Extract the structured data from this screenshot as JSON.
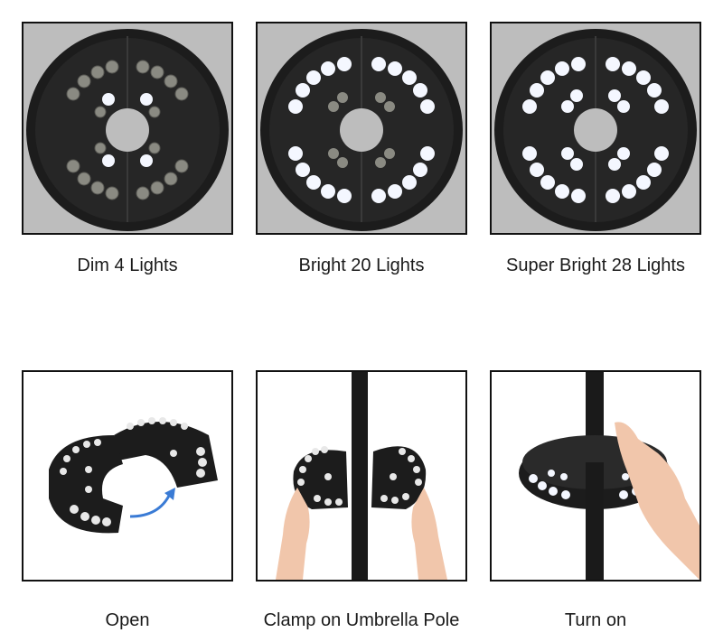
{
  "top_row": {
    "captions": [
      "Dim 4 Lights",
      "Bright 20 Lights",
      "Super Bright 28 Lights"
    ]
  },
  "bottom_row": {
    "captions": [
      "Open",
      "Clamp on Umbrella Pole",
      "Turn on"
    ]
  },
  "colors": {
    "panel_gray": "#bdbdbd",
    "device_body": "#1c1c1c",
    "led_lit": "#f4f7ff",
    "led_off": "#8a8a82",
    "arrow": "#3a7bd5",
    "skin": "#f1c6ab"
  },
  "icons": [
    "umbrella-light-dim-icon",
    "umbrella-light-bright-icon",
    "umbrella-light-super-bright-icon",
    "open-arrow-icon",
    "hand-icon",
    "umbrella-pole-icon"
  ]
}
